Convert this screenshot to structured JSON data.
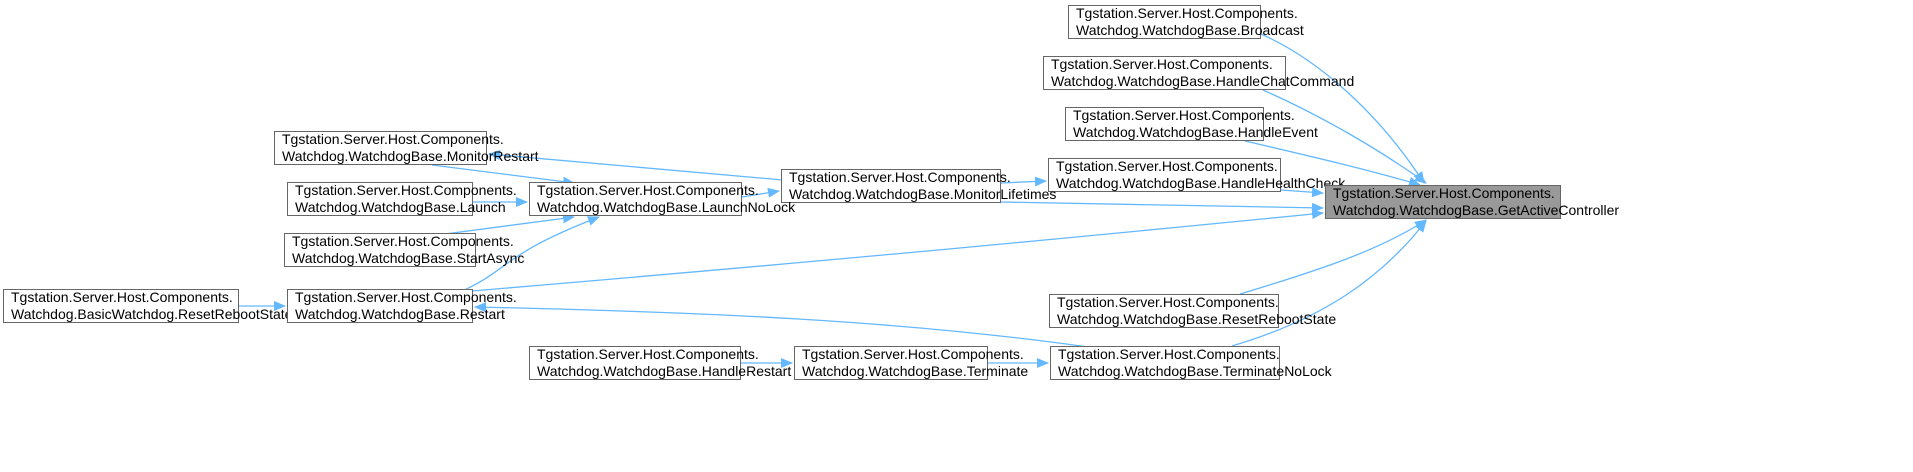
{
  "colors": {
    "edge": "#63b8ff",
    "node_border": "#666666",
    "focus_fill": "#999999"
  },
  "nodes": [
    {
      "id": "broadcast",
      "line1": "Tgstation.Server.Host.Components.",
      "line2": "Watchdog.WatchdogBase.Broadcast"
    },
    {
      "id": "handlechat",
      "line1": "Tgstation.Server.Host.Components.",
      "line2": "Watchdog.WatchdogBase.HandleChatCommand"
    },
    {
      "id": "handleevent",
      "line1": "Tgstation.Server.Host.Components.",
      "line2": "Watchdog.WatchdogBase.HandleEvent"
    },
    {
      "id": "monitorrestart",
      "line1": "Tgstation.Server.Host.Components.",
      "line2": "Watchdog.WatchdogBase.MonitorRestart"
    },
    {
      "id": "healthcheck",
      "line1": "Tgstation.Server.Host.Components.",
      "line2": "Watchdog.WatchdogBase.HandleHealthCheck"
    },
    {
      "id": "monitorlife",
      "line1": "Tgstation.Server.Host.Components.",
      "line2": "Watchdog.WatchdogBase.MonitorLifetimes"
    },
    {
      "id": "getactive",
      "line1": "Tgstation.Server.Host.Components.",
      "line2": "Watchdog.WatchdogBase.GetActiveController",
      "focus": true
    },
    {
      "id": "launch",
      "line1": "Tgstation.Server.Host.Components.",
      "line2": "Watchdog.WatchdogBase.Launch"
    },
    {
      "id": "launchnolock",
      "line1": "Tgstation.Server.Host.Components.",
      "line2": "Watchdog.WatchdogBase.LaunchNoLock"
    },
    {
      "id": "startasync",
      "line1": "Tgstation.Server.Host.Components.",
      "line2": "Watchdog.WatchdogBase.StartAsync"
    },
    {
      "id": "basicreset",
      "line1": "Tgstation.Server.Host.Components.",
      "line2": "Watchdog.BasicWatchdog.ResetRebootState"
    },
    {
      "id": "restart",
      "line1": "Tgstation.Server.Host.Components.",
      "line2": "Watchdog.WatchdogBase.Restart"
    },
    {
      "id": "resetreboot",
      "line1": "Tgstation.Server.Host.Components.",
      "line2": "Watchdog.WatchdogBase.ResetRebootState"
    },
    {
      "id": "handlerestart",
      "line1": "Tgstation.Server.Host.Components.",
      "line2": "Watchdog.WatchdogBase.HandleRestart"
    },
    {
      "id": "terminate",
      "line1": "Tgstation.Server.Host.Components.",
      "line2": "Watchdog.WatchdogBase.Terminate"
    },
    {
      "id": "terminatenolock",
      "line1": "Tgstation.Server.Host.Components.",
      "line2": "Watchdog.WatchdogBase.TerminateNoLock"
    }
  ],
  "edges": [
    {
      "from": "broadcast",
      "to": "getactive"
    },
    {
      "from": "handlechat",
      "to": "getactive"
    },
    {
      "from": "handleevent",
      "to": "getactive"
    },
    {
      "from": "healthcheck",
      "to": "getactive"
    },
    {
      "from": "monitorlife",
      "to": "getactive"
    },
    {
      "from": "restart",
      "to": "getactive"
    },
    {
      "from": "resetreboot",
      "to": "getactive"
    },
    {
      "from": "terminatenolock",
      "to": "getactive"
    },
    {
      "from": "monitorlife",
      "to": "healthcheck"
    },
    {
      "from": "monitorlife",
      "to": "monitorrestart"
    },
    {
      "from": "launchnolock",
      "to": "monitorlife"
    },
    {
      "from": "monitorrestart",
      "to": "launchnolock"
    },
    {
      "from": "launch",
      "to": "launchnolock"
    },
    {
      "from": "startasync",
      "to": "launchnolock"
    },
    {
      "from": "restart",
      "to": "launchnolock"
    },
    {
      "from": "basicreset",
      "to": "restart"
    },
    {
      "from": "terminatenolock",
      "to": "restart"
    },
    {
      "from": "handlerestart",
      "to": "terminate"
    },
    {
      "from": "terminate",
      "to": "terminatenolock"
    }
  ]
}
